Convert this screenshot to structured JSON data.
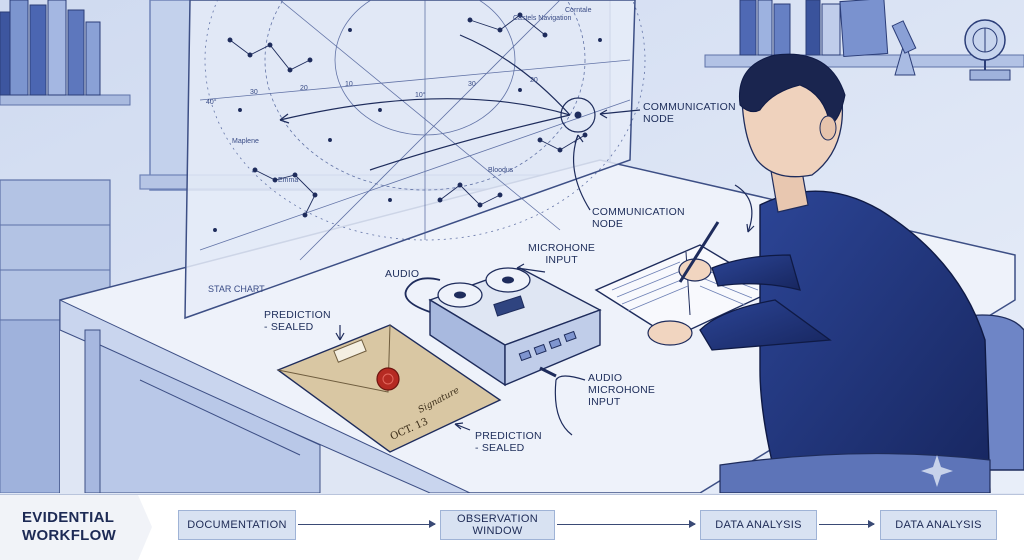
{
  "chart": {
    "title": "STAR CHART",
    "labels": [
      "Castels Navigation",
      "Corntale",
      "Maplene",
      "Emma",
      "Bloodus"
    ],
    "degrees": [
      "40°",
      "30",
      "20",
      "10",
      "10°",
      "30",
      "20"
    ]
  },
  "callouts": {
    "node_upper": "COMMUNICATION\nNODE",
    "node_lower": "COMMUNICATION\nNODE",
    "microphone": "MICROHONE\nINPUT",
    "audio": "AUDIO",
    "audio_mic": "AUDIO\nMICROHONE\nINPUT",
    "prediction_left": "PREDICTION\n- SEALED",
    "prediction_right": "PREDICTION\n- SEALED"
  },
  "envelope": {
    "date": "OCT. 13",
    "signature": "Signature"
  },
  "workflow": {
    "title": "EVIDENTIAL\nWORKFLOW",
    "steps": [
      "DOCUMENTATION",
      "OBSERVATION\nWINDOW",
      "DATA ANALYSIS",
      "DATA ANALYSIS"
    ]
  },
  "colors": {
    "primary": "#1e2c5c",
    "light": "#dfe6f4",
    "step_fill": "#d8e2f2",
    "wax": "#b52a22"
  }
}
